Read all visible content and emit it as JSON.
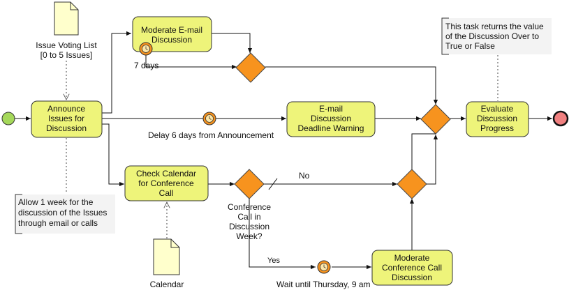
{
  "events": {
    "start": {
      "color": "#a5d85a"
    },
    "end": {
      "color": "#f08080"
    }
  },
  "tasks": {
    "announce": {
      "lines": [
        "Announce",
        "Issues for",
        "Discussion"
      ]
    },
    "moderate_email": {
      "lines": [
        "Moderate E-mail",
        "Discussion"
      ]
    },
    "email_warning": {
      "lines": [
        "E-mail",
        "Discussion",
        "Deadline Warning"
      ]
    },
    "evaluate": {
      "lines": [
        "Evaluate",
        "Discussion",
        "Progress"
      ]
    },
    "check_calendar": {
      "lines": [
        "Check Calendar",
        "for Conference",
        "Call"
      ]
    },
    "moderate_conf": {
      "lines": [
        "Moderate",
        "Conference Call",
        "Discussion"
      ]
    }
  },
  "labels": {
    "seven_days": "7 days",
    "delay_six": "Delay 6 days from Announcement",
    "no": "No",
    "yes": "Yes",
    "gateway_question": [
      "Conference",
      "Call in",
      "Discussion",
      "Week?"
    ],
    "wait_thursday": "Wait until Thursday, 9 am"
  },
  "documents": {
    "voting_list": {
      "lines": [
        "Issue Voting List",
        "[0 to 5 Issues]"
      ]
    },
    "calendar": {
      "lines": [
        "Calendar"
      ]
    }
  },
  "annotations": {
    "return_value": {
      "lines": [
        "This task returns the value",
        "of the Discussion Over to",
        "True or False"
      ]
    },
    "allow_week": {
      "lines": [
        "Allow 1 week for the",
        "discussion of the Issues",
        "through email or calls"
      ]
    }
  },
  "colors": {
    "task_fill": "#eef47a",
    "gateway_fill": "#f7931e",
    "document_fill": "#ffffcc",
    "annotation_fill": "#f3f3f3"
  }
}
